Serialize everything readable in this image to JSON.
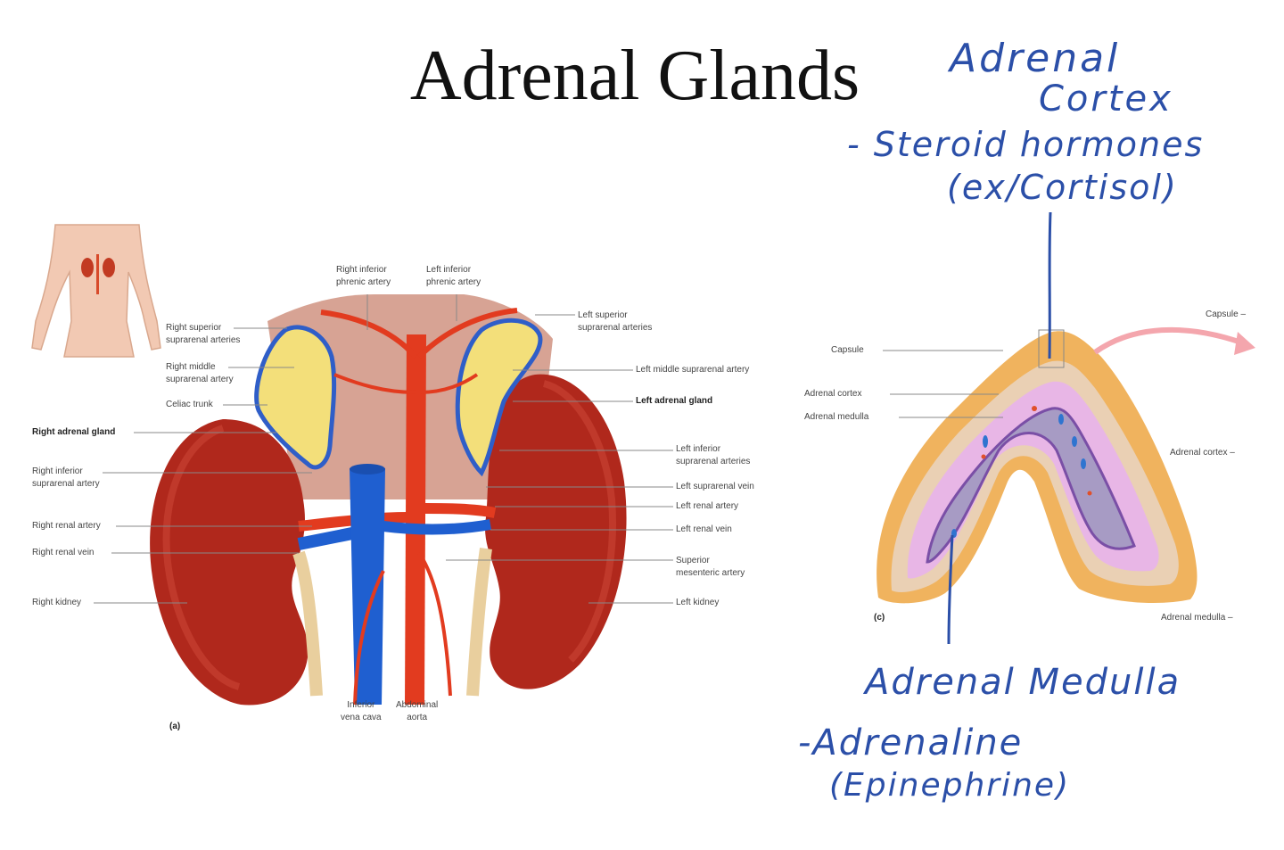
{
  "title": "Adrenal Glands",
  "colors": {
    "artery": "#e23b1f",
    "vein": "#1f5fd0",
    "gland": "#f3df7a",
    "kidney": "#b0281c",
    "ink": "#2b4fa8",
    "cortex": "#e8b6e6",
    "medulla": "#a79bc4",
    "capsule": "#f0b35e"
  },
  "left_figure": {
    "labels": {
      "right_inferior_phrenic": [
        "Right inferior",
        "phrenic artery"
      ],
      "left_inferior_phrenic": [
        "Left inferior",
        "phrenic artery"
      ],
      "right_superior": [
        "Right superior",
        "suprarenal arteries"
      ],
      "left_superior": [
        "Left superior",
        "suprarenal arteries"
      ],
      "right_middle": [
        "Right middle",
        "suprarenal artery"
      ],
      "left_middle": "Left middle suprarenal artery",
      "celiac": "Celiac trunk",
      "left_gland": "Left adrenal gland",
      "right_gland": "Right adrenal gland",
      "right_inferior_supra": [
        "Right inferior",
        "suprarenal artery"
      ],
      "left_inferior_supra": [
        "Left inferior",
        "suprarenal arteries"
      ],
      "left_supra_vein": "Left suprarenal vein",
      "left_renal_artery": "Left renal artery",
      "right_renal_artery": "Right renal artery",
      "left_renal_vein": "Left renal vein",
      "right_renal_vein": "Right renal vein",
      "superior_mesenteric": [
        "Superior",
        "mesenteric artery"
      ],
      "right_kidney": "Right kidney",
      "left_kidney": "Left kidney",
      "ivc": [
        "Inferior",
        "vena cava"
      ],
      "aorta": [
        "Abdominal",
        "aorta"
      ],
      "panel": "(a)"
    }
  },
  "right_figure": {
    "labels": {
      "capsule": "Capsule",
      "adrenal_cortex": "Adrenal cortex",
      "adrenal_medulla": "Adrenal medulla",
      "panel": "(c)",
      "capsule_right": "Capsule –",
      "cortex_right": "Adrenal cortex –",
      "medulla_right": "Adrenal medulla –"
    }
  },
  "annotations": {
    "cortex_title_1": "Adrenal",
    "cortex_title_2": "Cortex",
    "cortex_note_1": "- Steroid hormones",
    "cortex_note_2": "(ex/Cortisol)",
    "medulla_title": "Adrenal Medulla",
    "medulla_note_1": "-Adrenaline",
    "medulla_note_2": "(Epinephrine)"
  }
}
